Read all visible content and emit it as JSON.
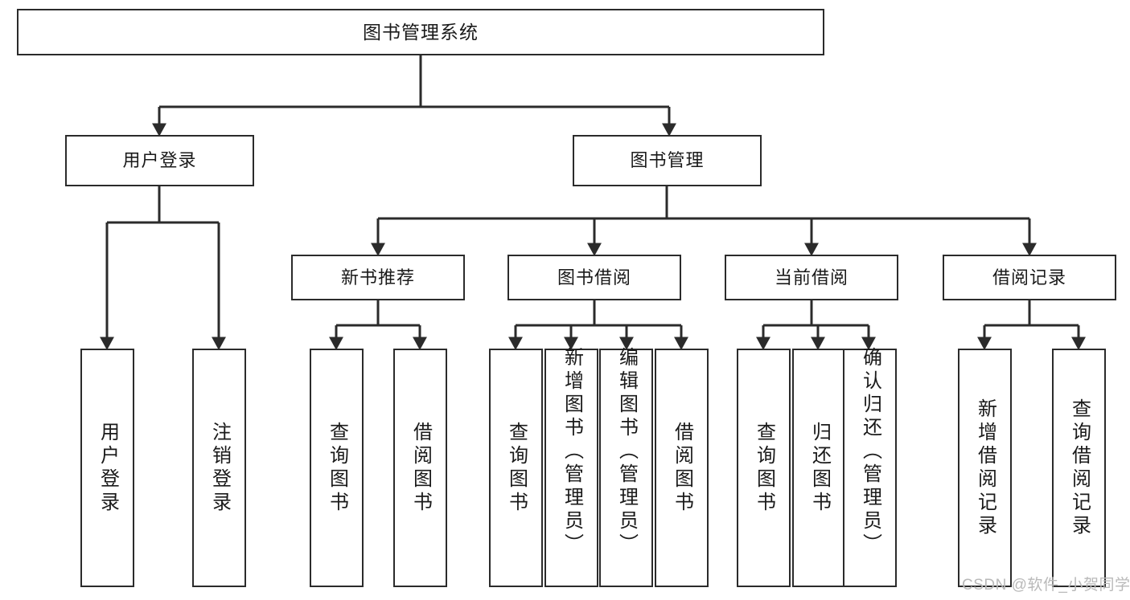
{
  "diagram": {
    "title": "图书管理系统",
    "type": "tree-hierarchy-chart",
    "colors": {
      "box_border": "#2b2b2b",
      "box_fill": "#ffffff",
      "connector": "#2b2b2b",
      "text": "#1a1a1a",
      "watermark": "#b9b9b9",
      "background": "#ffffff"
    },
    "root": {
      "label": "图书管理系统"
    },
    "level2": [
      {
        "label": "用户登录"
      },
      {
        "label": "图书管理"
      }
    ],
    "level3": [
      {
        "label": "新书推荐"
      },
      {
        "label": "图书借阅"
      },
      {
        "label": "当前借阅"
      },
      {
        "label": "借阅记录"
      }
    ],
    "leaves": {
      "user_login": [
        {
          "label": "用户登录"
        },
        {
          "label": "注销登录"
        }
      ],
      "new_book_recommend": [
        {
          "label": "查询图书"
        },
        {
          "label": "借阅图书"
        }
      ],
      "book_borrow": [
        {
          "label": "查询图书"
        },
        {
          "label": "新增图书（管理员）"
        },
        {
          "label": "编辑图书（管理员）"
        },
        {
          "label": "借阅图书"
        }
      ],
      "current_borrow": [
        {
          "label": "查询图书"
        },
        {
          "label": "归还图书"
        },
        {
          "label": "确认归还（管理员）"
        }
      ],
      "borrow_record": [
        {
          "label": "新增借阅记录"
        },
        {
          "label": "查询借阅记录"
        }
      ]
    }
  },
  "watermark": {
    "text": "CSDN @软件_小贺同学"
  }
}
